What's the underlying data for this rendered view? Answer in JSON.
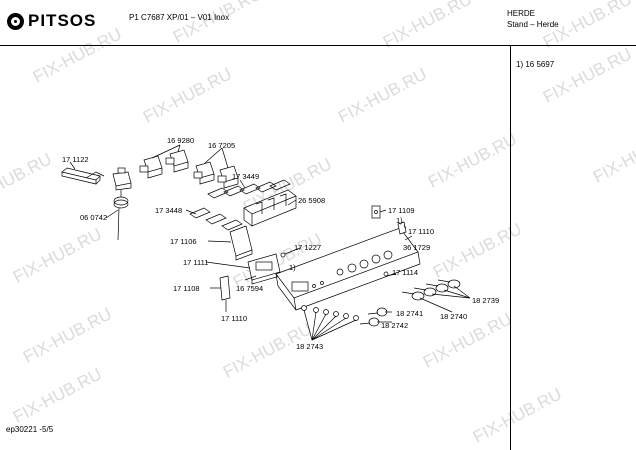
{
  "header": {
    "brand": "PITSOS",
    "model": "P1 C7687 XP/01 – V01 Inox",
    "category_line1": "HERDE",
    "category_line2": "Stand – Herde"
  },
  "side_note": "1)  16 5697",
  "footer": {
    "page_ref": "ep30221 -5/5"
  },
  "watermark": "FIX-HUB.RU",
  "parts": {
    "p169280": "16 9280",
    "p167205": "16 7205",
    "p171122": "17 1122",
    "p173449": "17 3449",
    "p060742": "06 0742",
    "p173448": "17 3448",
    "p265908": "26 5908",
    "p171109": "17 1109",
    "p171110a": "17 1110",
    "p171106": "17 1106",
    "p171227": "17 1227",
    "p361729": "36 1729",
    "p171111": "17 1111",
    "p171114": "17 1114",
    "p171108": "17 1108",
    "p167594": "16 7594",
    "p171110b": "17 1110",
    "p182739": "18 2739",
    "p182741": "18 2741",
    "p182740": "18 2740",
    "p182742": "18 2742",
    "p182743": "18 2743",
    "mark1a": "1)",
    "mark1b": "1)"
  }
}
